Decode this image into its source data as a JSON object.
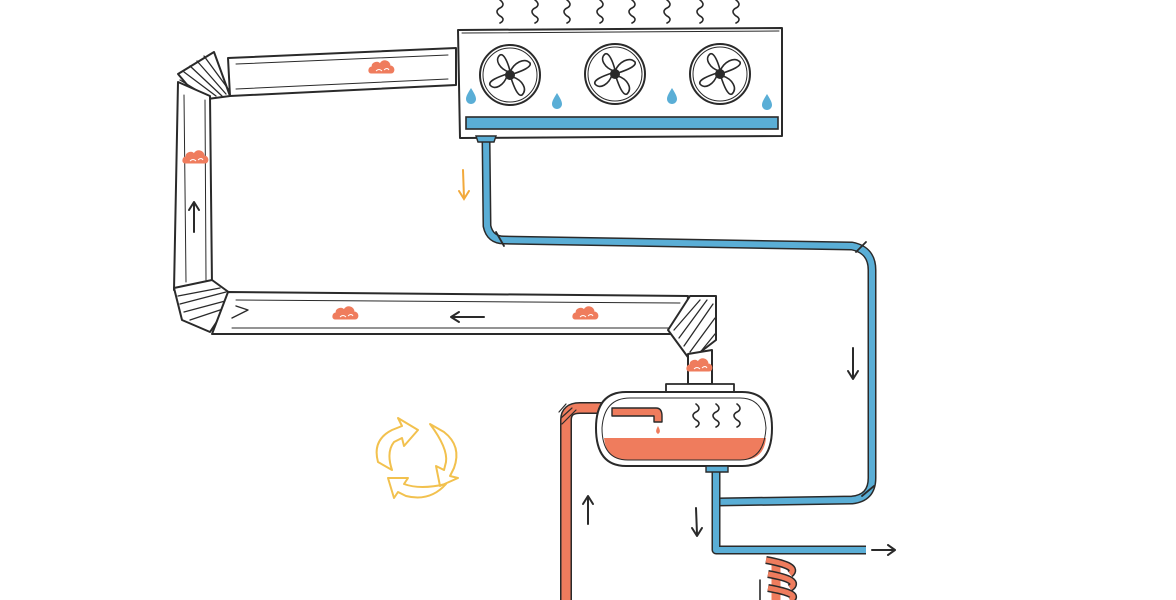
{
  "diagram": {
    "kind": "cooling-cycle-illustration",
    "colors": {
      "ink": "#2a2a2a",
      "cold_water": "#5aaed6",
      "hot_water": "#ef7c5d",
      "vapor_cloud": "#ef7c5d",
      "recycle_symbol": "#f2c14e",
      "condensate_arrow": "#f2a93b",
      "background": "#ffffff"
    },
    "components": {
      "condenser_unit": {
        "fan_count": 3,
        "has_heat_waves": true,
        "drip_count": 4
      },
      "vapor_duct": {
        "cloud_count": 5
      },
      "boiler_tank": {
        "heat_wave_count": 3,
        "has_faucet": true
      },
      "cold_pipe": {
        "from": "condenser-unit",
        "to": "boiler-tank"
      },
      "hot_pipe": {
        "into": "boiler-tank"
      },
      "heat_exchanger_coil": {
        "turns": 3
      }
    },
    "icons": {
      "fan": "fan-icon",
      "cloud": "steam-cloud-icon",
      "drop": "water-drop-icon",
      "recycle": "recycle-icon",
      "flow_arrow": "flow-arrow-icon",
      "heat_wave": "heat-wave-icon"
    },
    "flow_directions": [
      "up",
      "left",
      "down",
      "down",
      "right",
      "down",
      "up"
    ]
  }
}
